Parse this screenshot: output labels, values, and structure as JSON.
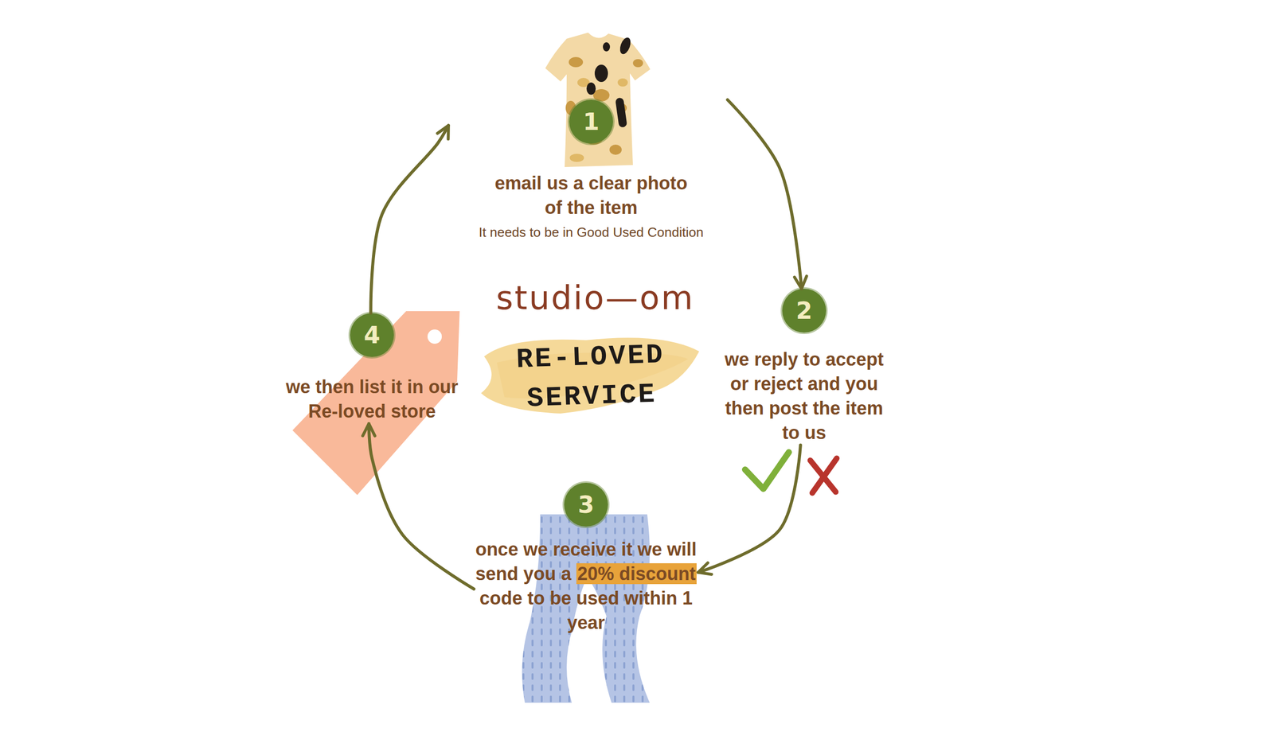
{
  "diagram": {
    "nodes": [
      {
        "text": [
          "1",
          "email us a clear photo of the item",
          "It needs to be in Good Used Condition"
        ]
      },
      {
        "text": [
          "2",
          "we reply to accept or reject and you then post the item to us"
        ]
      },
      {
        "text": [
          "3",
          "once we receive it we will send you a 20% discount code to be used within 1 year"
        ]
      },
      {
        "text": [
          "4",
          "we then list it in our Re-loved store"
        ]
      }
    ],
    "edges": [
      {
        "from": 0,
        "to": 1,
        "arrow": "to"
      },
      {
        "from": 1,
        "to": 2,
        "arrow": "to"
      },
      {
        "from": 2,
        "to": 3,
        "arrow": "to"
      },
      {
        "from": 3,
        "to": 0,
        "arrow": "to"
      }
    ],
    "labels": [
      "studio—om",
      "RE-LOVED SERVICE"
    ]
  }
}
